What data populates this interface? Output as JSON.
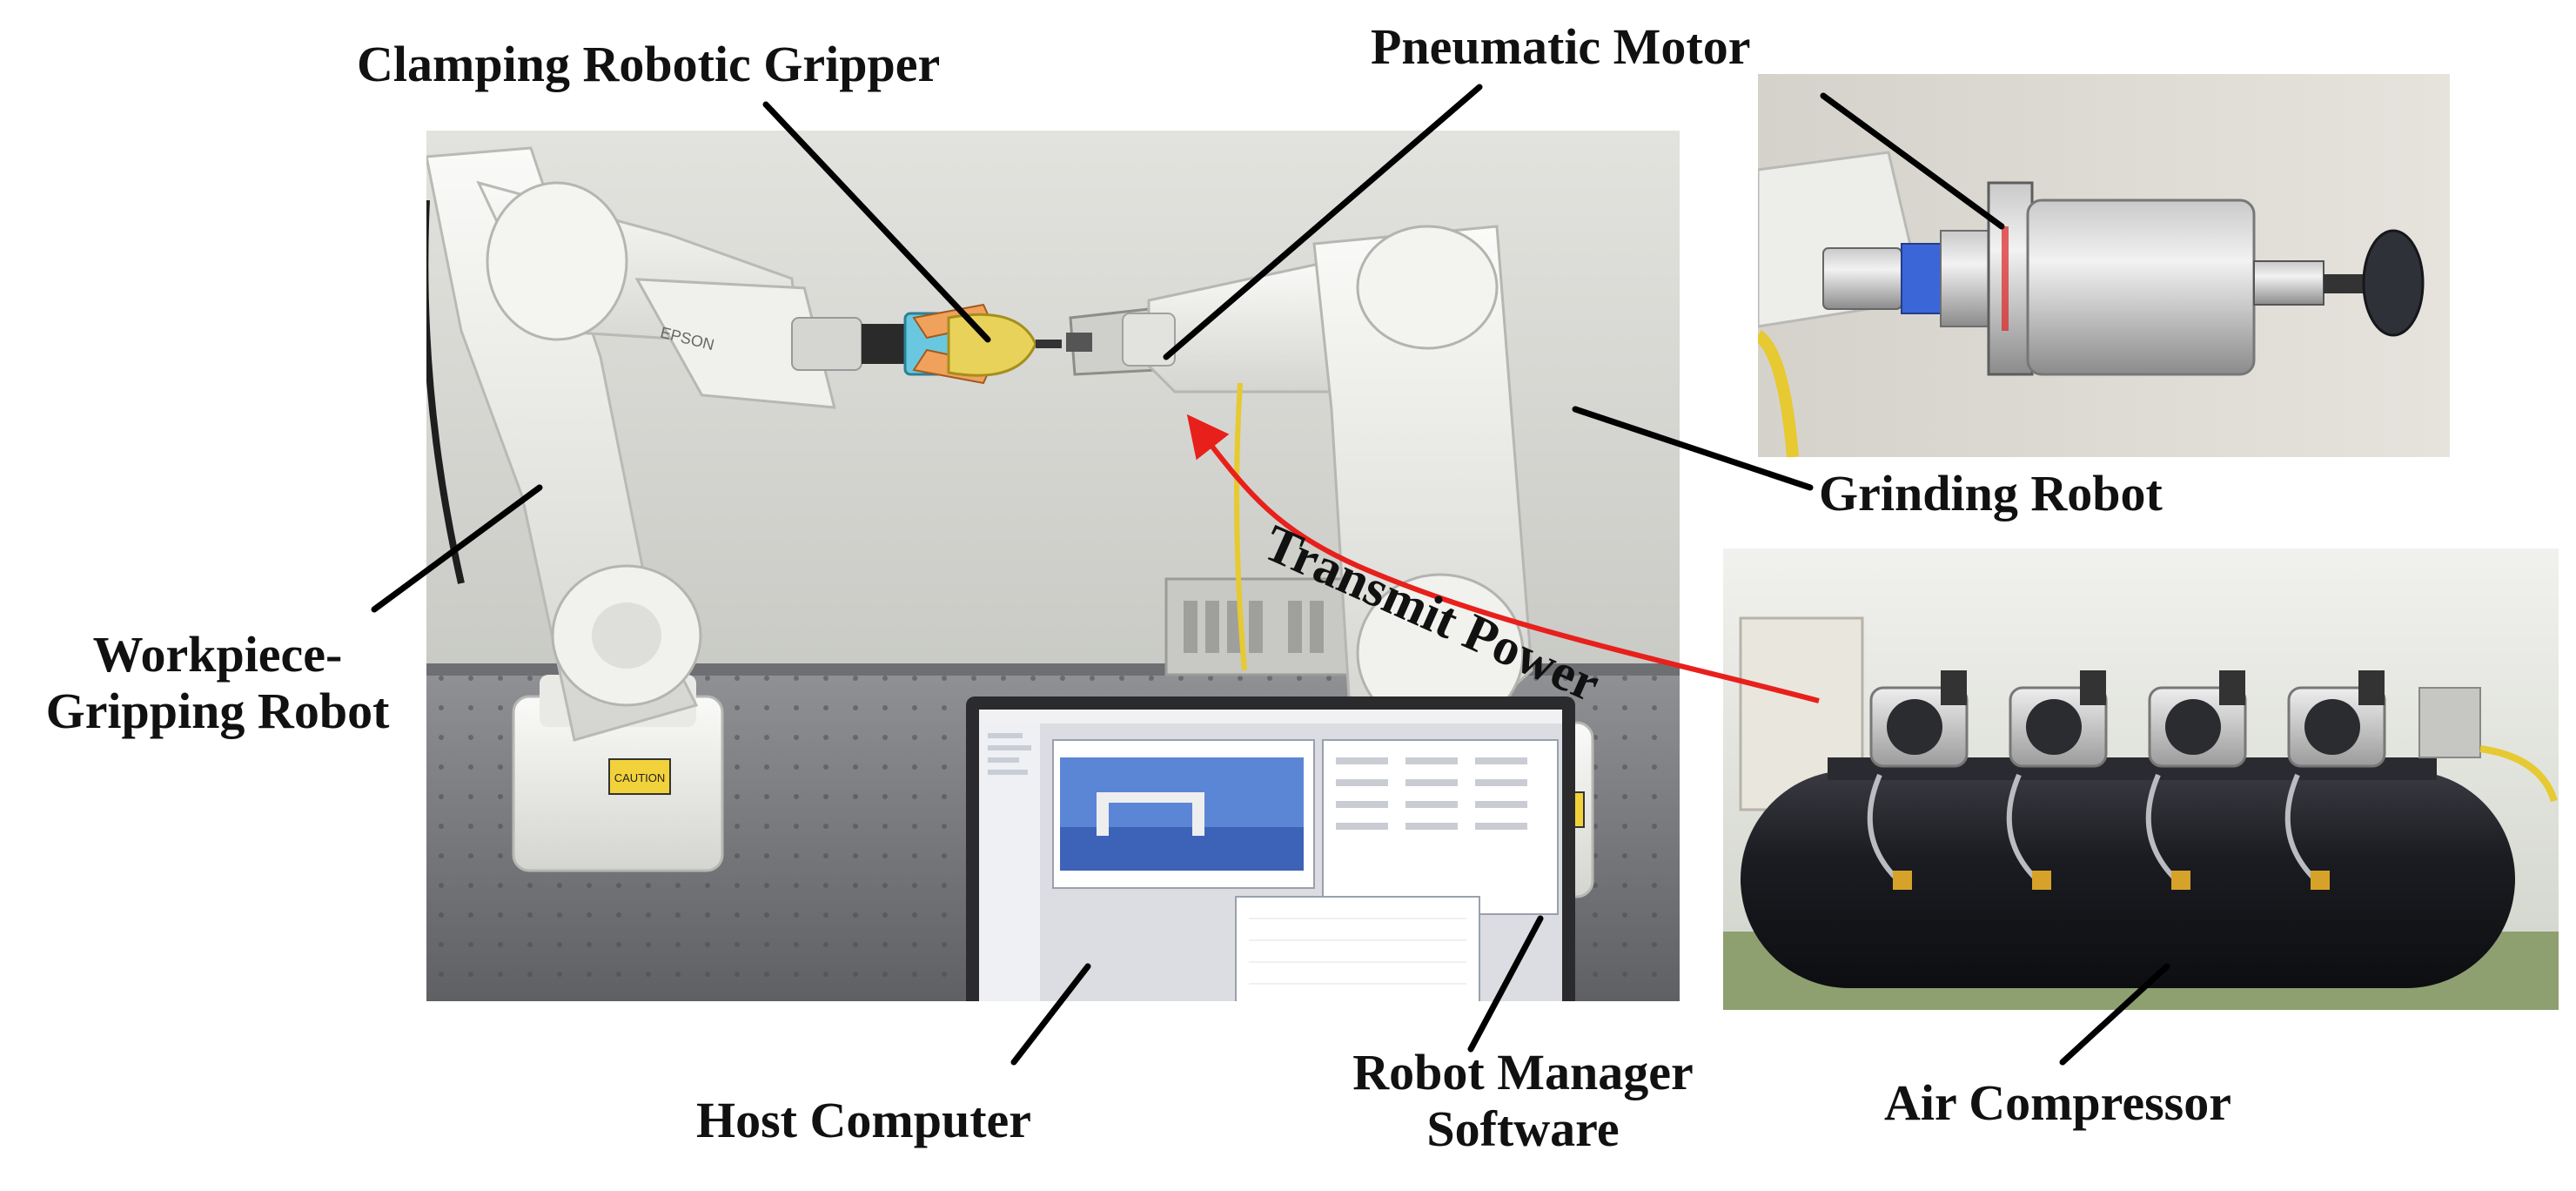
{
  "labels": {
    "clamping_gripper": "Clamping Robotic Gripper",
    "pneumatic_motor": "Pneumatic Motor",
    "grinding_robot": "Grinding Robot",
    "workpiece_robot_line1": "Workpiece-",
    "workpiece_robot_line2": "Gripping Robot",
    "transmit_power": "Transmit Power",
    "host_computer": "Host Computer",
    "robot_manager_line1": "Robot Manager",
    "robot_manager_line2": "Software",
    "air_compressor": "Air Compressor"
  },
  "photo_text": {
    "arm_brand": "EPSON",
    "caution": "CAUTION"
  },
  "colors": {
    "arrow": "#e8201c",
    "leader_line": "#000000",
    "robot_white": "#eeeeec",
    "wall": "#d8d9d4",
    "table": "#8a8c90",
    "tank": "#1c1d22"
  }
}
